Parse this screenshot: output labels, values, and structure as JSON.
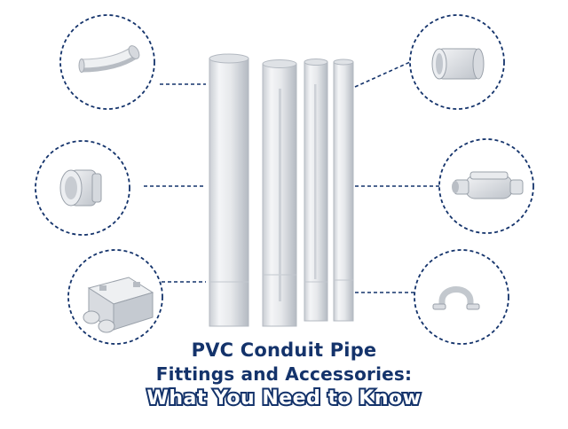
{
  "title": {
    "line1": "PVC Conduit Pipe",
    "line2": "Fittings and Accessories:",
    "line3": "What You Need to Know"
  },
  "colors": {
    "navy": "#14336b",
    "pipe": "#e4e6e9",
    "pipe_shade": "#b9bec5",
    "dashed_circle": "#14336b"
  },
  "pipes": [
    "large-diameter-conduit",
    "medium-diameter-conduit",
    "small-diameter-conduit",
    "thin-conduit"
  ],
  "accessories": {
    "left": [
      "elbow-bend-icon",
      "terminal-adapter-icon",
      "junction-box-icon"
    ],
    "right": [
      "coupling-icon",
      "conduit-body-icon",
      "pipe-strap-icon"
    ]
  }
}
